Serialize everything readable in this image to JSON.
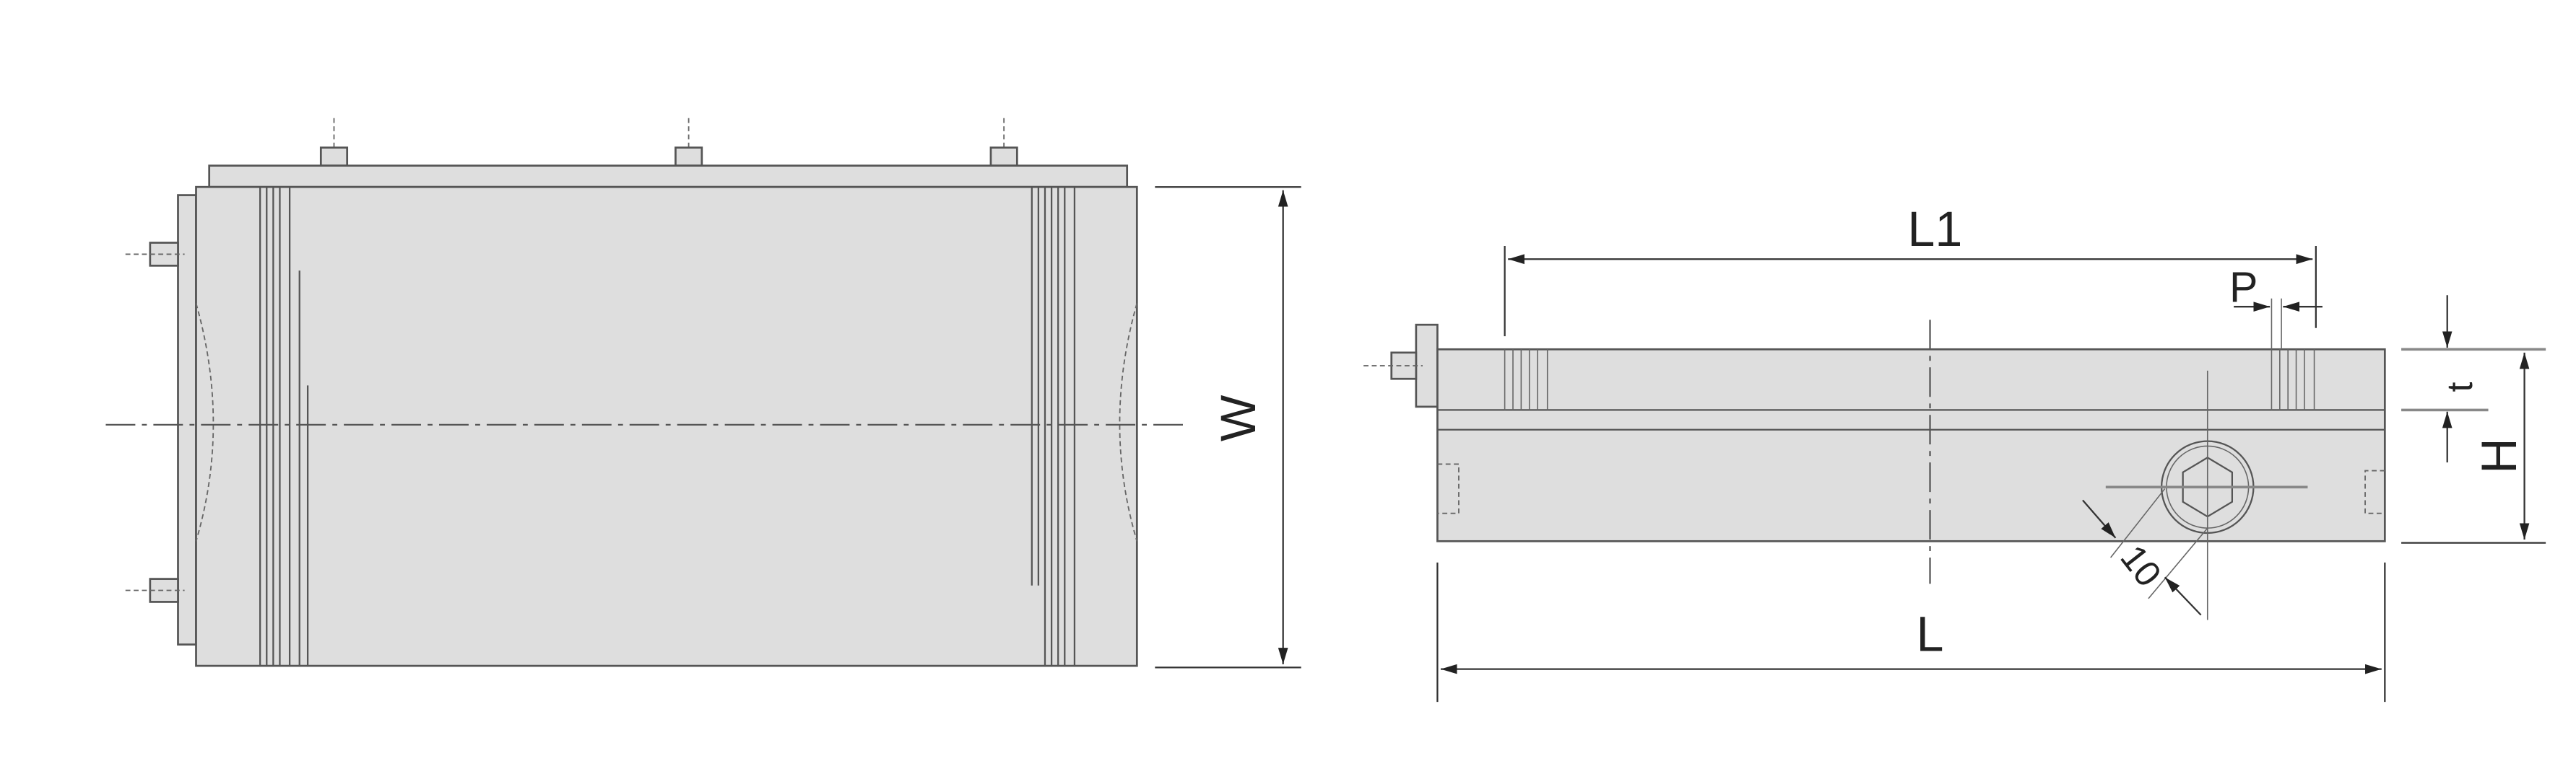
{
  "drawing": {
    "top_view": {
      "width_label": "W"
    },
    "side_view": {
      "l1_label": "L1",
      "pitch_label": "P",
      "t_label": "t",
      "height_label": "H",
      "diameter_label": "10",
      "length_label": "L"
    }
  },
  "colors": {
    "body": "#dedede",
    "line": "#555555"
  }
}
